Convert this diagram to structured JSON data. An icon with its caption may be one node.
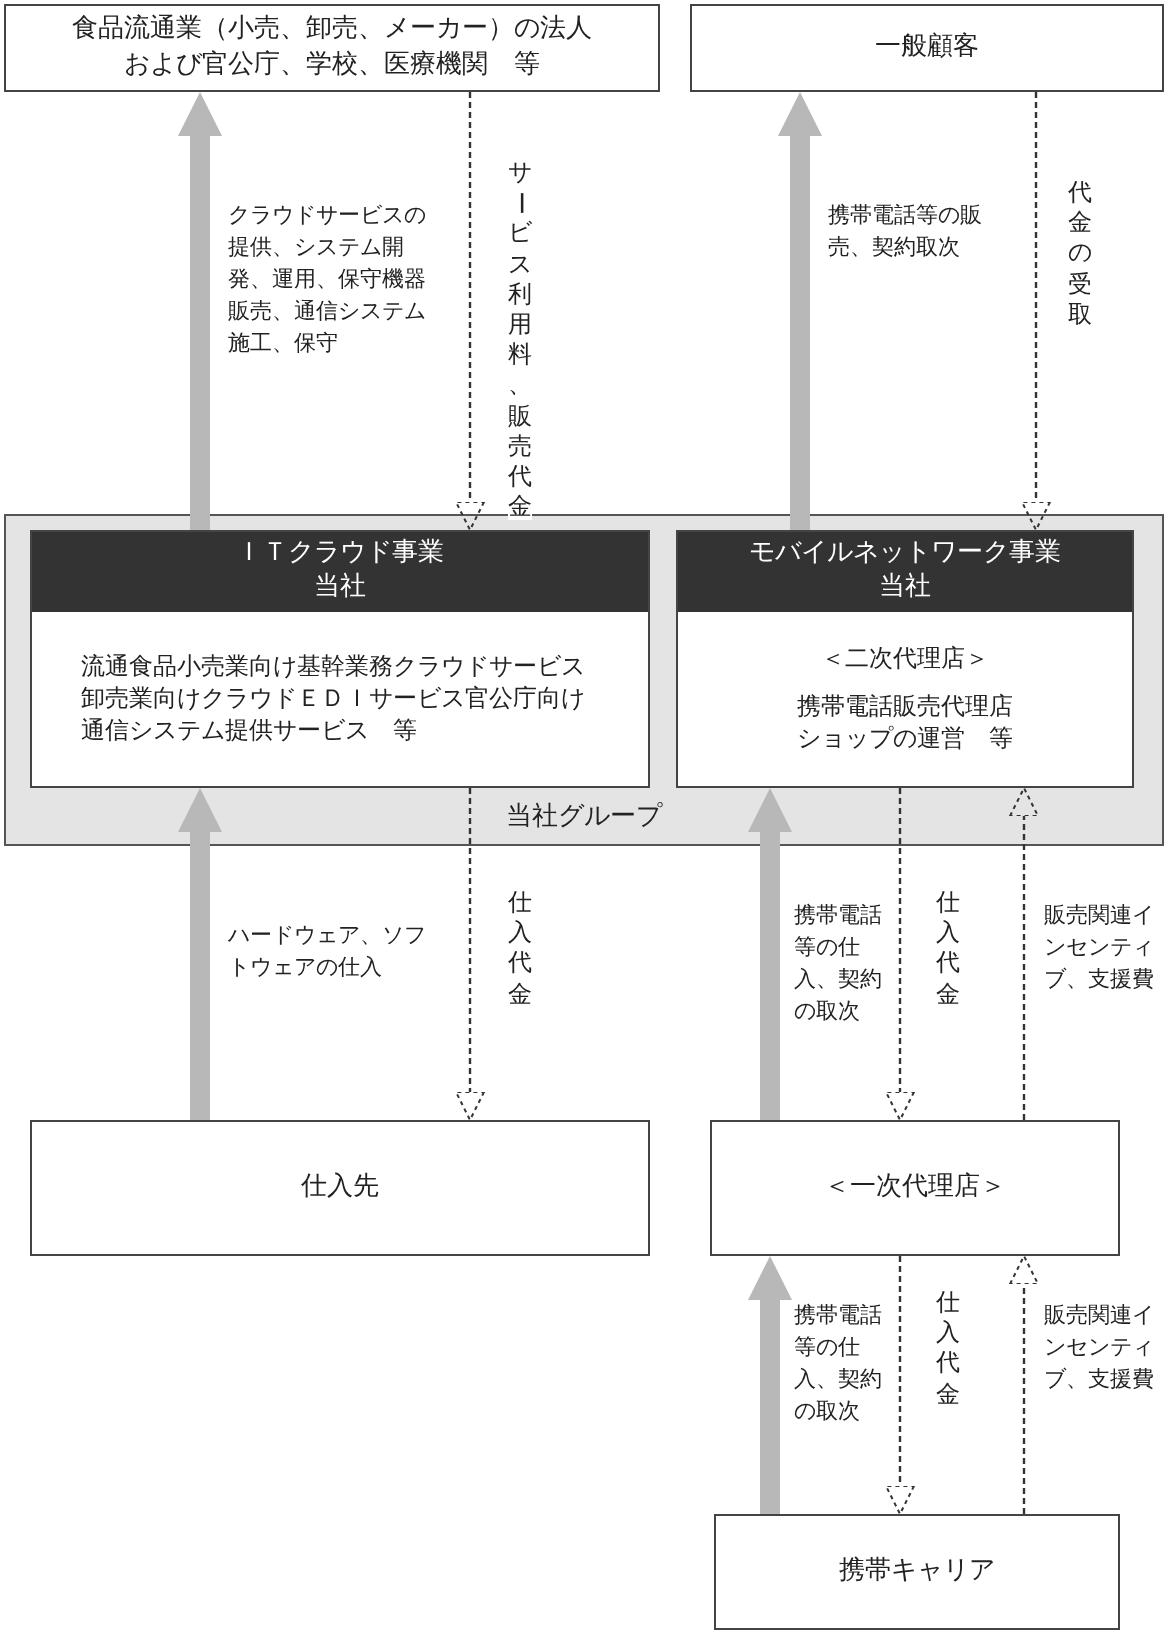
{
  "diagram": {
    "nodes": [
      {
        "text": [
          "食品流通業（小売、卸売、メーカー）の法人および官公庁、学校、医療機関　等"
        ]
      },
      {
        "text": [
          "一般顧客"
        ]
      },
      {
        "text": [
          "当社グループ"
        ]
      },
      {
        "text": [
          "ＩＴクラウド事業当社",
          "流通食品小売業向け基幹業務クラウドサービス卸売業向けクラウドＥＤＩサービス官公庁向け通信システム提供サービス　等"
        ],
        "in": 2
      },
      {
        "text": [
          "モバイルネットワーク事業当社",
          "＜二次代理店＞",
          "携帯電話販売代理店ショップの運営　等"
        ],
        "in": 2
      },
      {
        "text": [
          "仕入先"
        ]
      },
      {
        "text": [
          "＜一次代理店＞"
        ]
      },
      {
        "text": [
          "携帯キャリア"
        ]
      }
    ],
    "edges": [
      {
        "from": 3,
        "to": 0,
        "arrow": "to",
        "label": "クラウドサービスの提供、システム開発、運用、保守機器販売、通信システム施工、保守",
        "style": "thick",
        "color": "#b8b8b8"
      },
      {
        "from": 0,
        "to": 3,
        "arrow": "to",
        "label": "サービス利用料、販売代金",
        "style": "dashed"
      },
      {
        "from": 4,
        "to": 1,
        "arrow": "to",
        "label": "携帯電話等の販売、契約取次",
        "style": "thick",
        "color": "#b8b8b8"
      },
      {
        "from": 1,
        "to": 4,
        "arrow": "to",
        "label": "代金の受取",
        "style": "dashed"
      },
      {
        "from": 5,
        "to": 3,
        "arrow": "to",
        "label": "ハードウェア、ソフトウェアの仕入",
        "style": "thick",
        "color": "#b8b8b8"
      },
      {
        "from": 3,
        "to": 5,
        "arrow": "to",
        "label": "仕入代金",
        "style": "dashed"
      },
      {
        "from": 6,
        "to": 4,
        "arrow": "to",
        "label": "携帯電話等の仕入、契約の取次",
        "style": "thick",
        "color": "#b8b8b8"
      },
      {
        "from": 4,
        "to": 6,
        "arrow": "to",
        "label": "仕入代金",
        "style": "dashed"
      },
      {
        "from": 6,
        "to": 4,
        "arrow": "to",
        "label": "販売関連インセンティブ、支援費",
        "style": "dashed"
      },
      {
        "from": 7,
        "to": 6,
        "arrow": "to",
        "label": "携帯電話等の仕入、契約の取次",
        "style": "thick",
        "color": "#b8b8b8"
      },
      {
        "from": 6,
        "to": 7,
        "arrow": "to",
        "label": "仕入代金",
        "style": "dashed"
      },
      {
        "from": 7,
        "to": 6,
        "arrow": "to",
        "label": "販売関連インセンティブ、支援費",
        "style": "dashed"
      }
    ]
  }
}
